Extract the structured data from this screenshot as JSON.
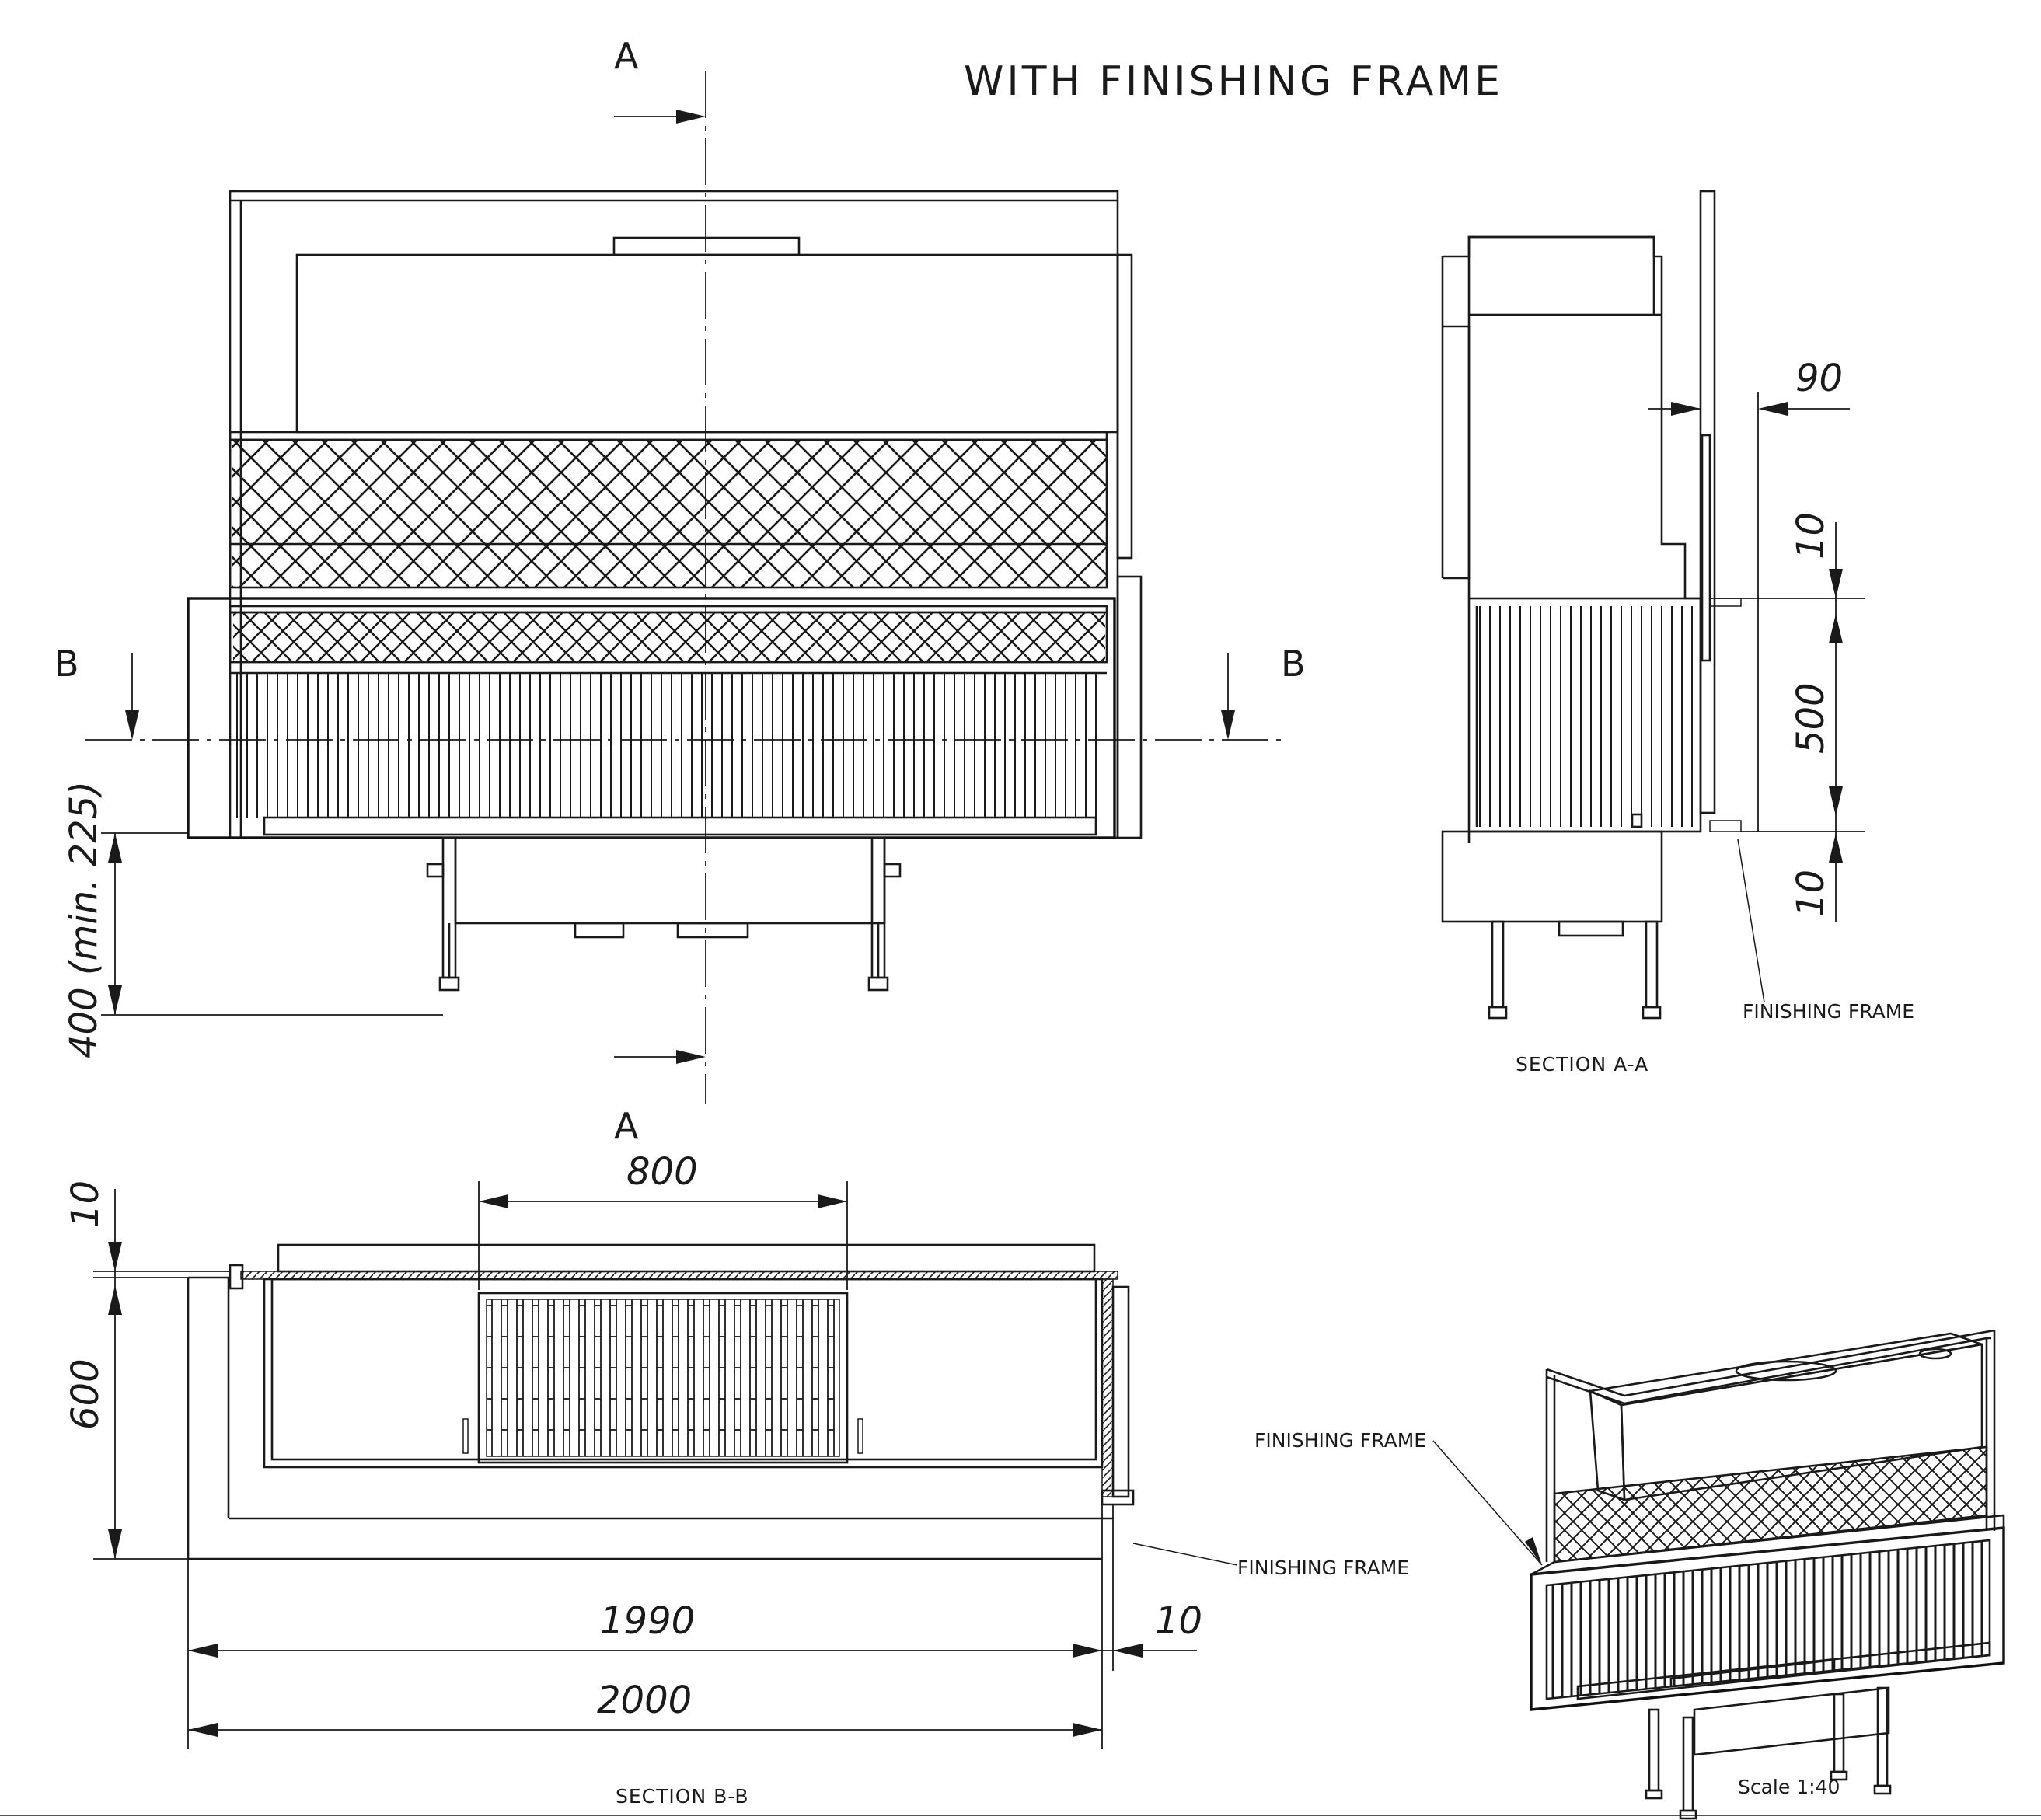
{
  "title": "WITH FINISHING FRAME",
  "section_markers": {
    "a_top": "A",
    "a_bottom": "A",
    "b_left": "B",
    "b_right": "B"
  },
  "front_view": {
    "height_dimension": "400 (min. 225)"
  },
  "section_aa": {
    "caption": "SECTION A-A",
    "dim_depth_offset": "90",
    "dim_top_gap": "10",
    "dim_opening": "500",
    "dim_bottom_gap": "10",
    "callout": "FINISHING FRAME"
  },
  "section_bb": {
    "caption": "SECTION B-B",
    "dim_grate": "800",
    "dim_top_gap": "10",
    "dim_depth": "600",
    "dim_inner_width": "1990",
    "dim_side_gap": "10",
    "dim_total_width": "2000",
    "callout": "FINISHING FRAME"
  },
  "isometric": {
    "callout": "FINISHING FRAME",
    "scale": "Scale 1:40"
  }
}
